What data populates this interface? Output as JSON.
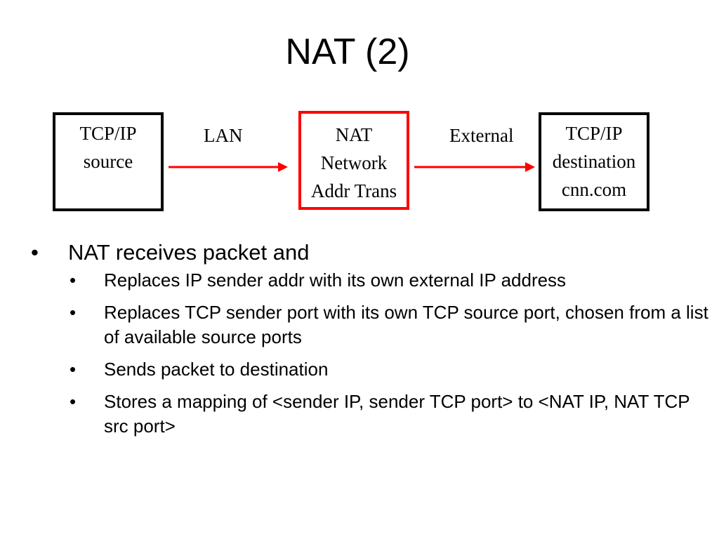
{
  "title": "NAT (2)",
  "diagram": {
    "source_box": {
      "line1": "TCP/IP",
      "line2": "source"
    },
    "nat_box": {
      "line1": "NAT",
      "line2": "Network",
      "line3": "Addr Trans"
    },
    "dest_box": {
      "line1": "TCP/IP",
      "line2": "destination",
      "line3": "cnn.com"
    },
    "lan_label": "LAN",
    "external_label": "External",
    "arrow_color": "#ff0000",
    "nat_box_border_color": "#ff0000"
  },
  "bullets": {
    "main_bullet": "•",
    "sub_bullet": "•",
    "main": "NAT receives packet and",
    "sub": [
      "Replaces IP sender addr with its own external IP address",
      "Replaces TCP sender port with its own TCP source port, chosen from a list of available source ports",
      "Sends packet to destination",
      "Stores a mapping of <sender IP, sender TCP port> to <NAT IP, NAT TCP src port>"
    ]
  }
}
